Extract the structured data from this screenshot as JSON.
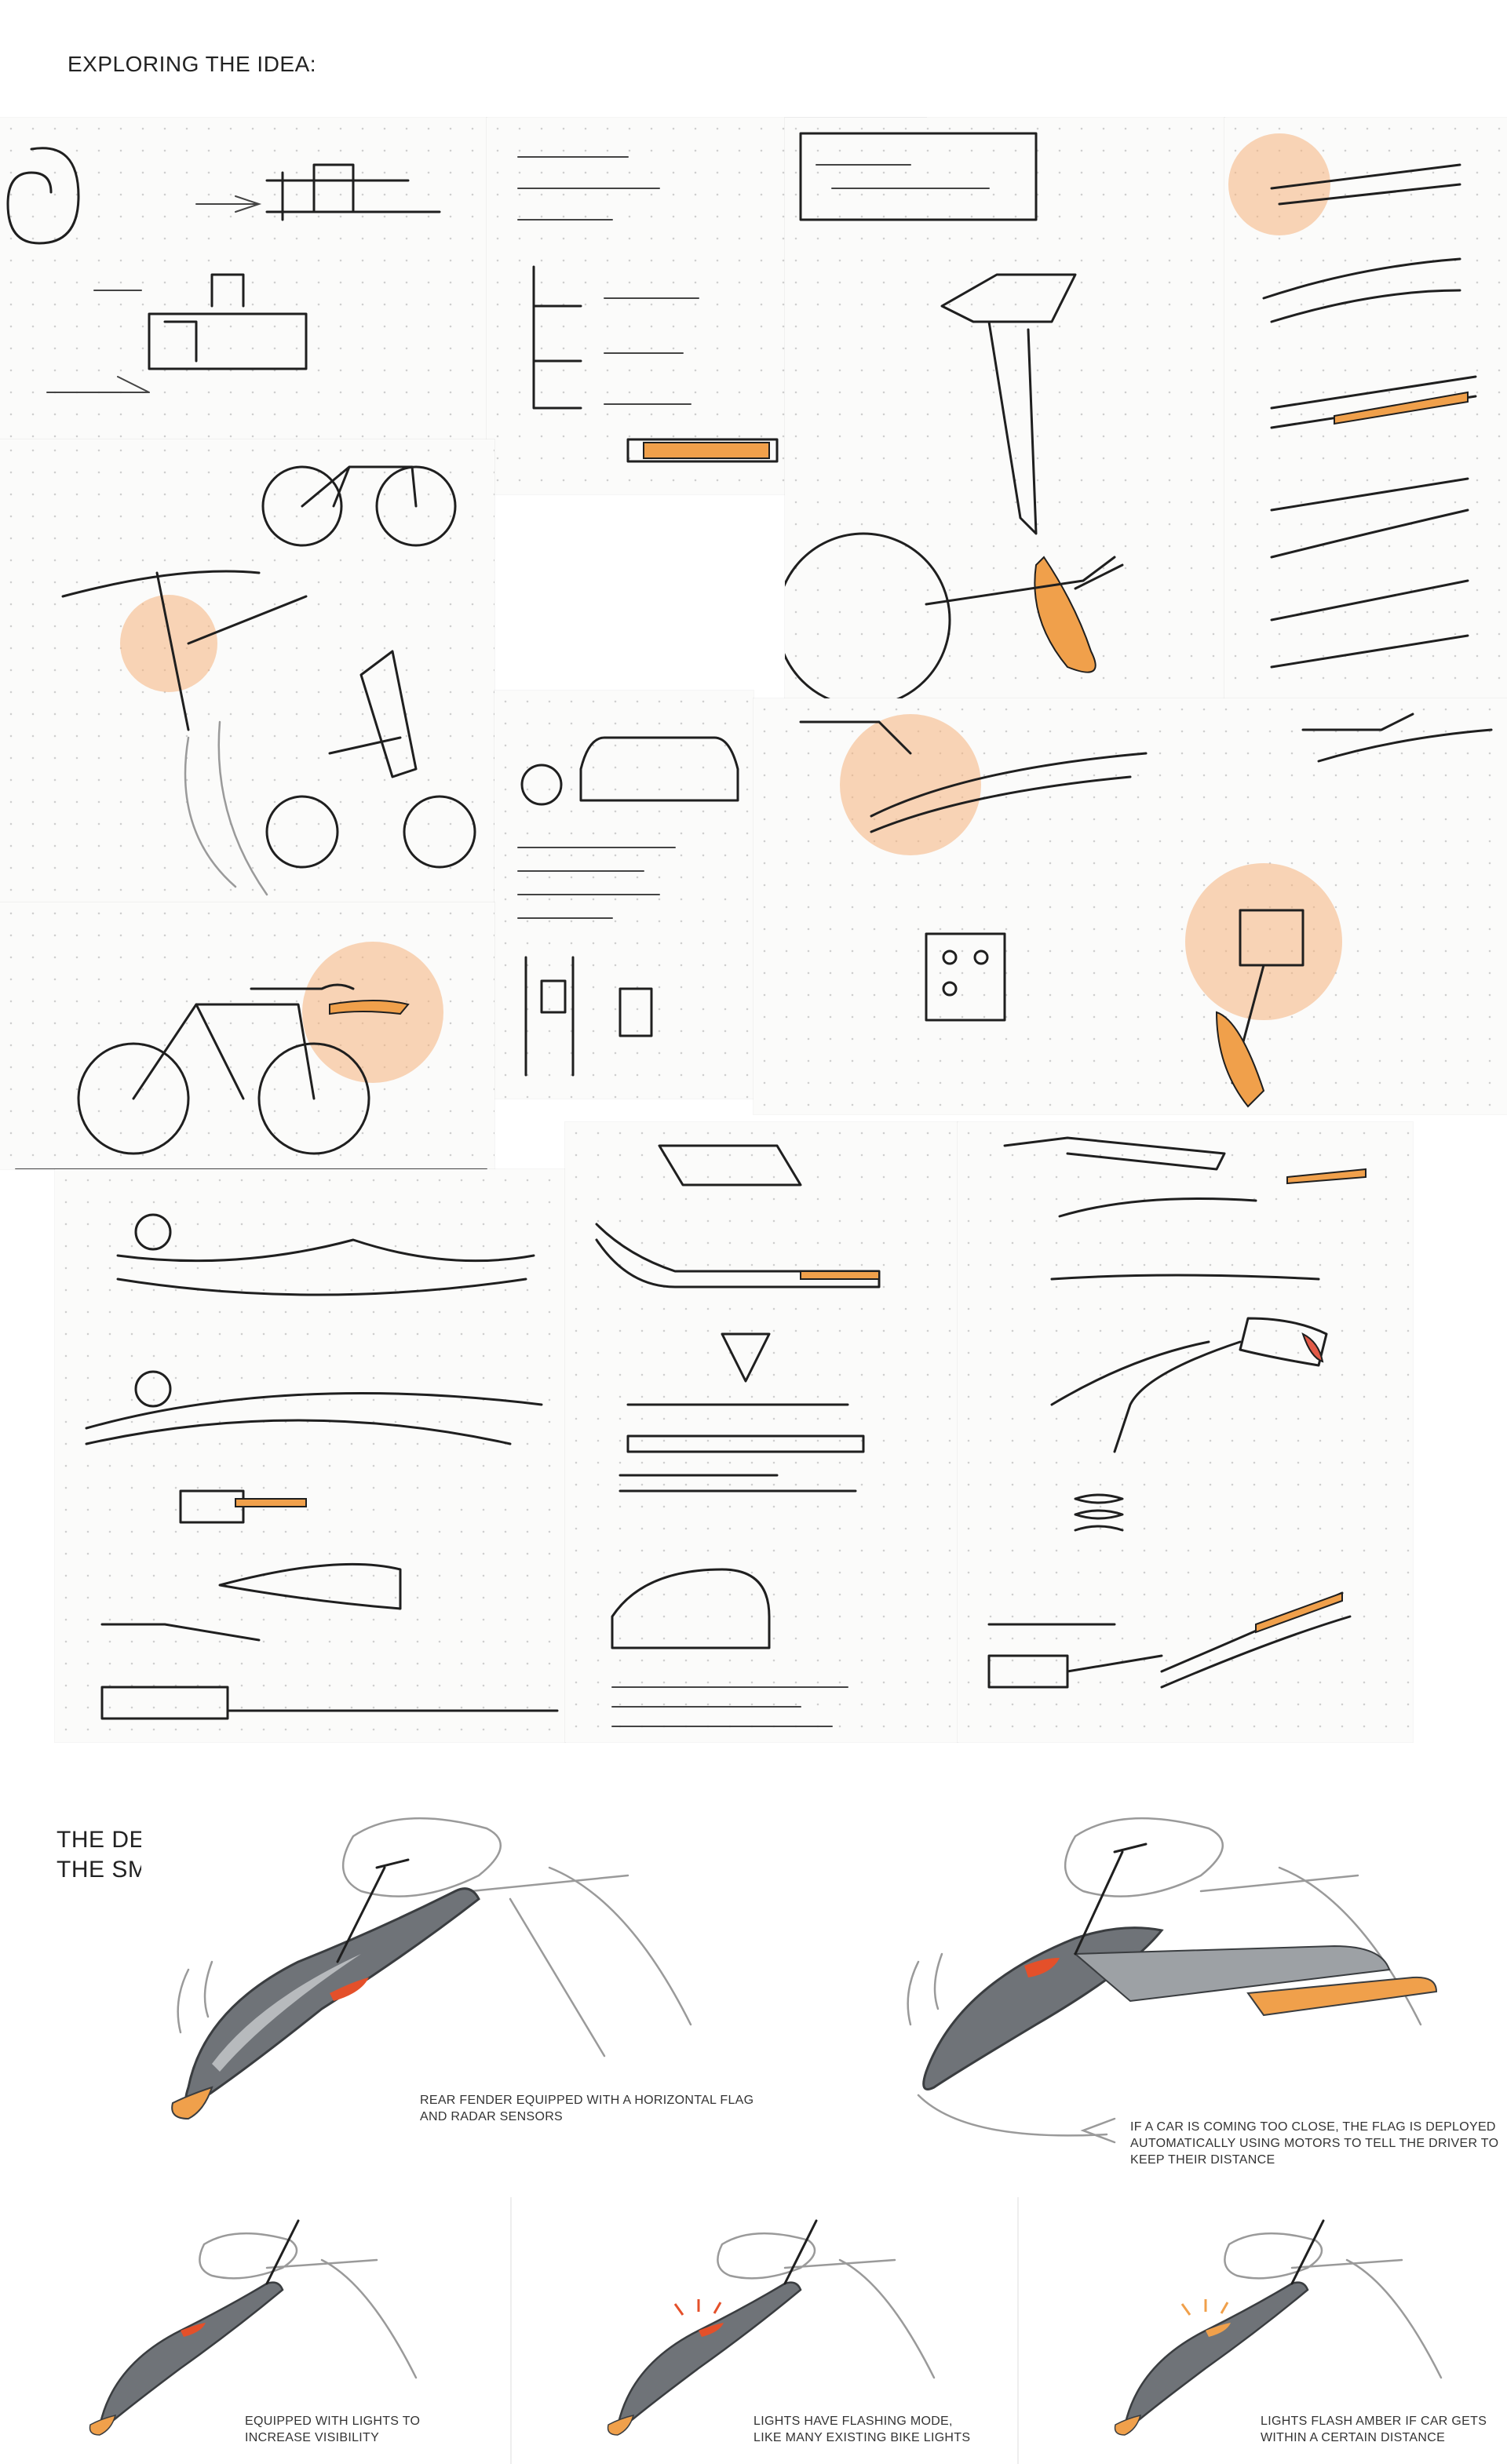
{
  "headings": {
    "exploring": "EXPLORING THE IDEA:",
    "definitive_line1": "THE DEFINITIVE DESIGN:",
    "definitive_line2": "THE SMART FENDER"
  },
  "captions": {
    "horizontal_flag": "REAR FENDER EQUIPPED WITH A HORIZONTAL FLAG AND RADAR SENSORS",
    "flag_deployed": "IF A CAR IS COMING TOO CLOSE, THE FLAG IS DEPLOYED AUTOMATICALLY USING MOTORS TO TELL THE DRIVER TO KEEP THEIR DISTANCE",
    "lights_visibility": "EQUIPPED WITH LIGHTS TO INCREASE VISIBILITY",
    "flashing_mode": "LIGHTS HAVE FLASHING MODE, LIKE MANY EXISTING BIKE LIGHTS",
    "amber_flash": "LIGHTS FLASH AMBER IF CAR GETS WITHIN A CERTAIN DISTANCE"
  },
  "colors": {
    "accent_orange": "#f0a04b",
    "highlight_blob": "#f6b37c",
    "signal_red": "#e4502a",
    "fender_gray": "#6f7378"
  }
}
